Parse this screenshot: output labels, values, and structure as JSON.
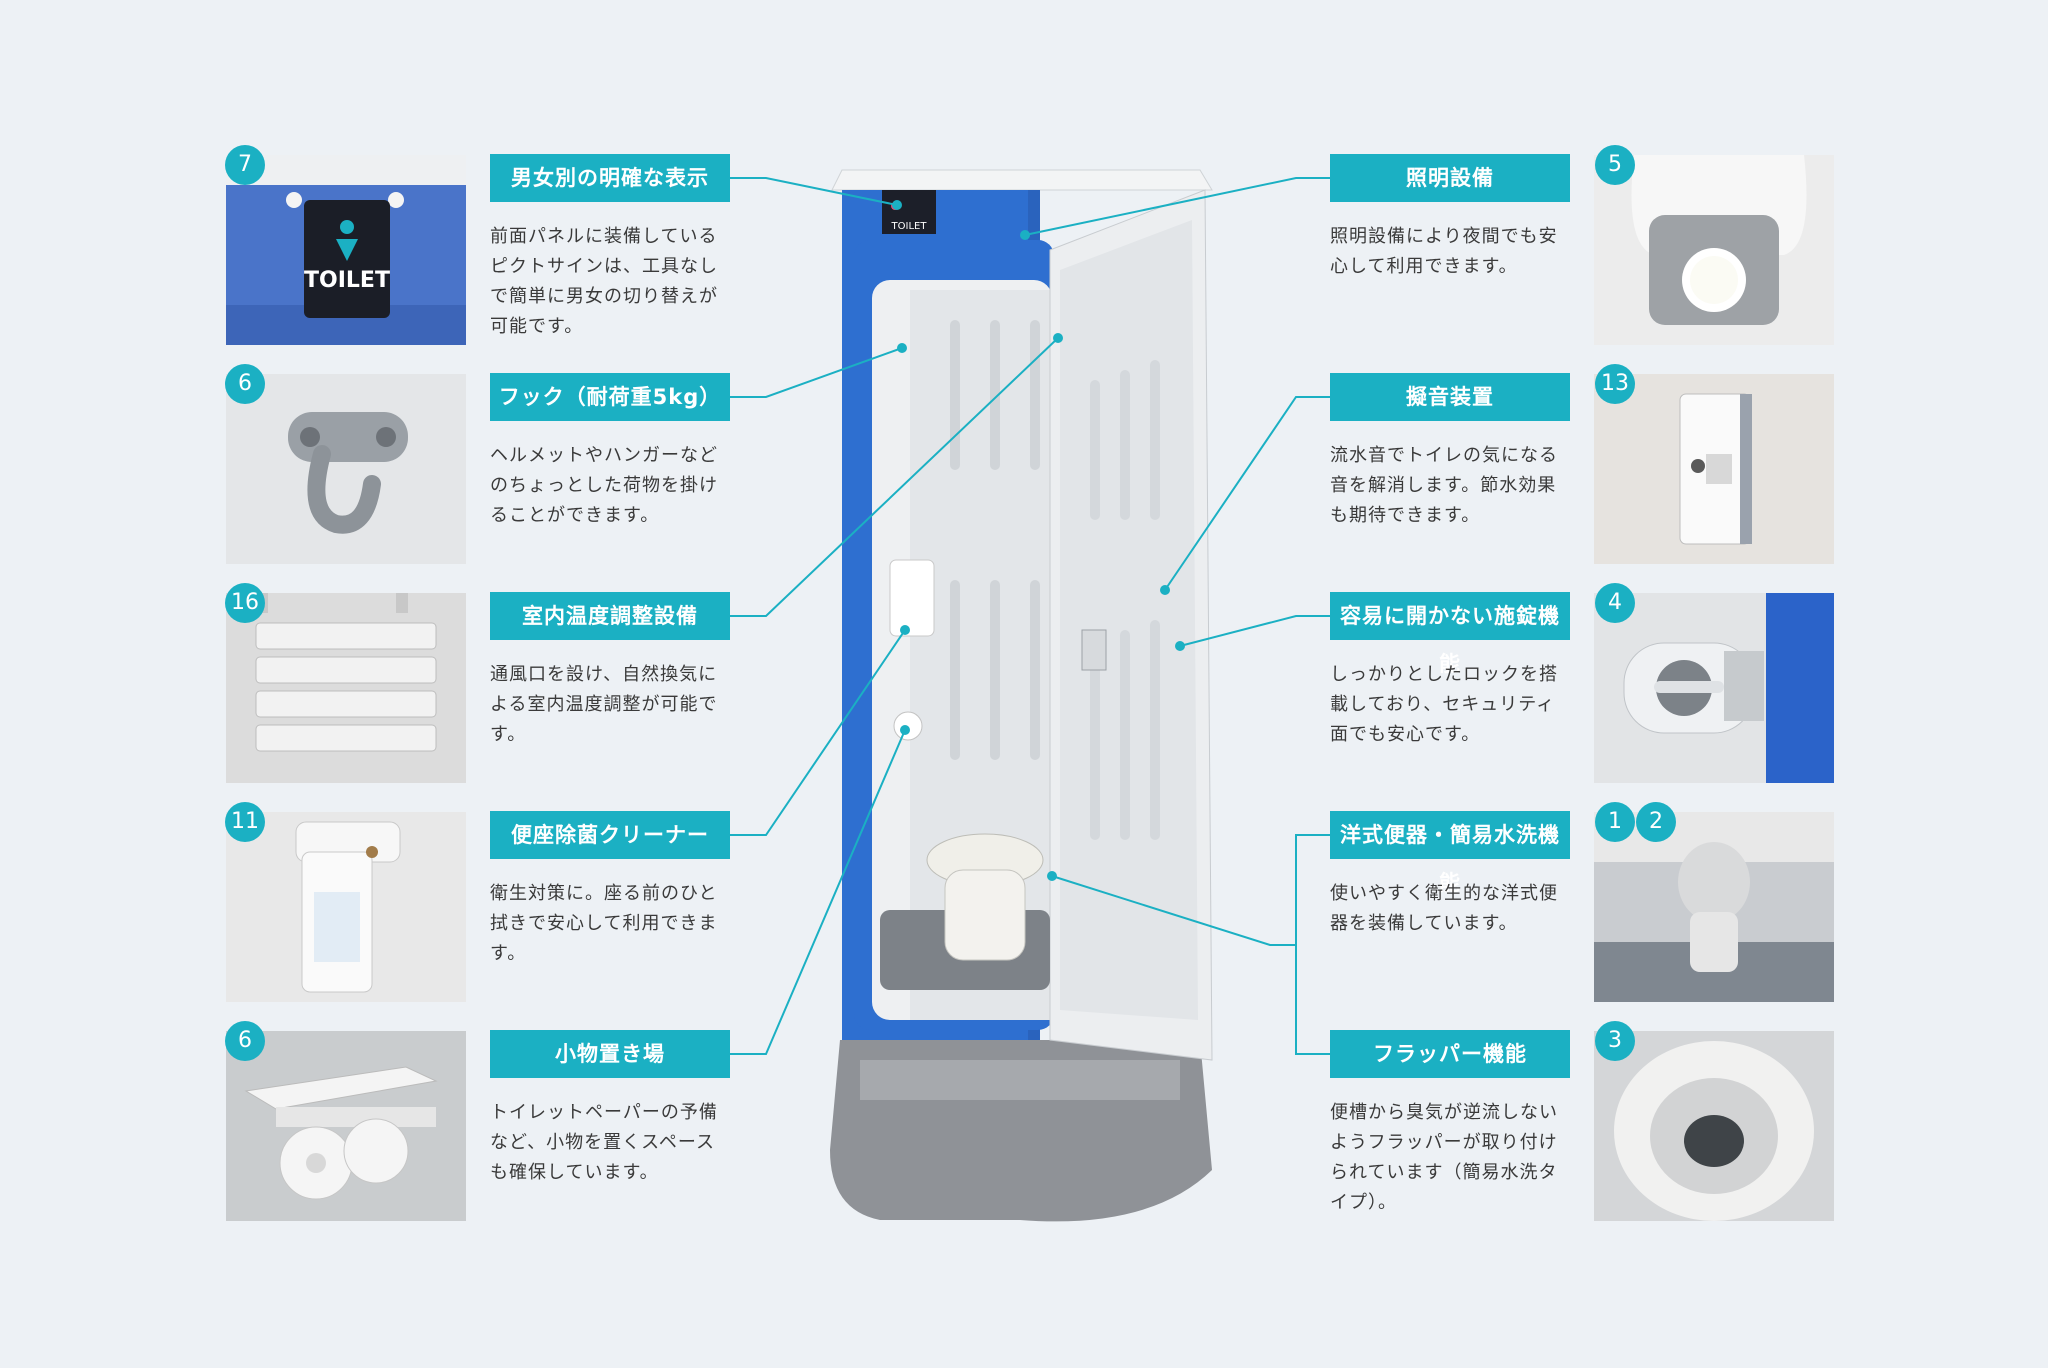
{
  "colors": {
    "accent": "#1bb0c3",
    "booth_blue": "#2e6fd0",
    "background": "#edf1f5"
  },
  "booth": {
    "sign_text": "TOILET"
  },
  "features_left": [
    {
      "num": "7",
      "label": "男女別の明確な表示",
      "lines": [
        "前面パネルに装備している",
        "ピクトサインは、工具なし",
        "で簡単に男女の切り替えが",
        "可能です。"
      ],
      "thumb": {
        "icon": "toilet-sign",
        "text": "TOILET"
      }
    },
    {
      "num": "6",
      "label": "フック（耐荷重5kg）",
      "lines": [
        "ヘルメットやハンガーなど",
        "のちょっとした荷物を掛け",
        "ることができます。"
      ],
      "thumb": {
        "icon": "hook"
      }
    },
    {
      "num": "16",
      "label": "室内温度調整設備",
      "lines": [
        "通風口を設け、自然換気に",
        "よる室内温度調整が可能で",
        "す。"
      ],
      "thumb": {
        "icon": "vent"
      }
    },
    {
      "num": "11",
      "label": "便座除菌クリーナー",
      "lines": [
        "衛生対策に。座る前のひと",
        "拭きで安心して利用できま",
        "す。"
      ],
      "thumb": {
        "icon": "seat-cleaner"
      }
    },
    {
      "num": "6",
      "label": "小物置き場",
      "lines": [
        "トイレットペーパーの予備",
        "など、小物を置くスペース",
        "も確保しています。"
      ],
      "thumb": {
        "icon": "paper-holder"
      }
    }
  ],
  "features_right": [
    {
      "num": "5",
      "label": "照明設備",
      "lines": [
        "照明設備により夜間でも安",
        "心して利用できます。"
      ],
      "thumb": {
        "icon": "light"
      }
    },
    {
      "num": "13",
      "label": "擬音装置",
      "lines": [
        "流水音でトイレの気になる",
        "音を解消します。節水効果",
        "も期待できます。"
      ],
      "thumb": {
        "icon": "sound-device"
      }
    },
    {
      "num": "4",
      "label": "容易に開かない施錠機能",
      "lines": [
        "しっかりとしたロックを搭",
        "載しており、セキュリティ",
        "面でも安心です。"
      ],
      "thumb": {
        "icon": "lock"
      }
    },
    {
      "num": "1",
      "num2": "2",
      "label": "洋式便器・簡易水洗機能",
      "lines": [
        "使いやすく衛生的な洋式便",
        "器を装備しています。"
      ],
      "thumb": {
        "icon": "toilet-bowl"
      }
    },
    {
      "num": "3",
      "label": "フラッパー機能",
      "lines": [
        "便槽から臭気が逆流しない",
        "ようフラッパーが取り付け",
        "られています（簡易水洗タ",
        "イプ）。"
      ],
      "thumb": {
        "icon": "flapper"
      }
    }
  ]
}
